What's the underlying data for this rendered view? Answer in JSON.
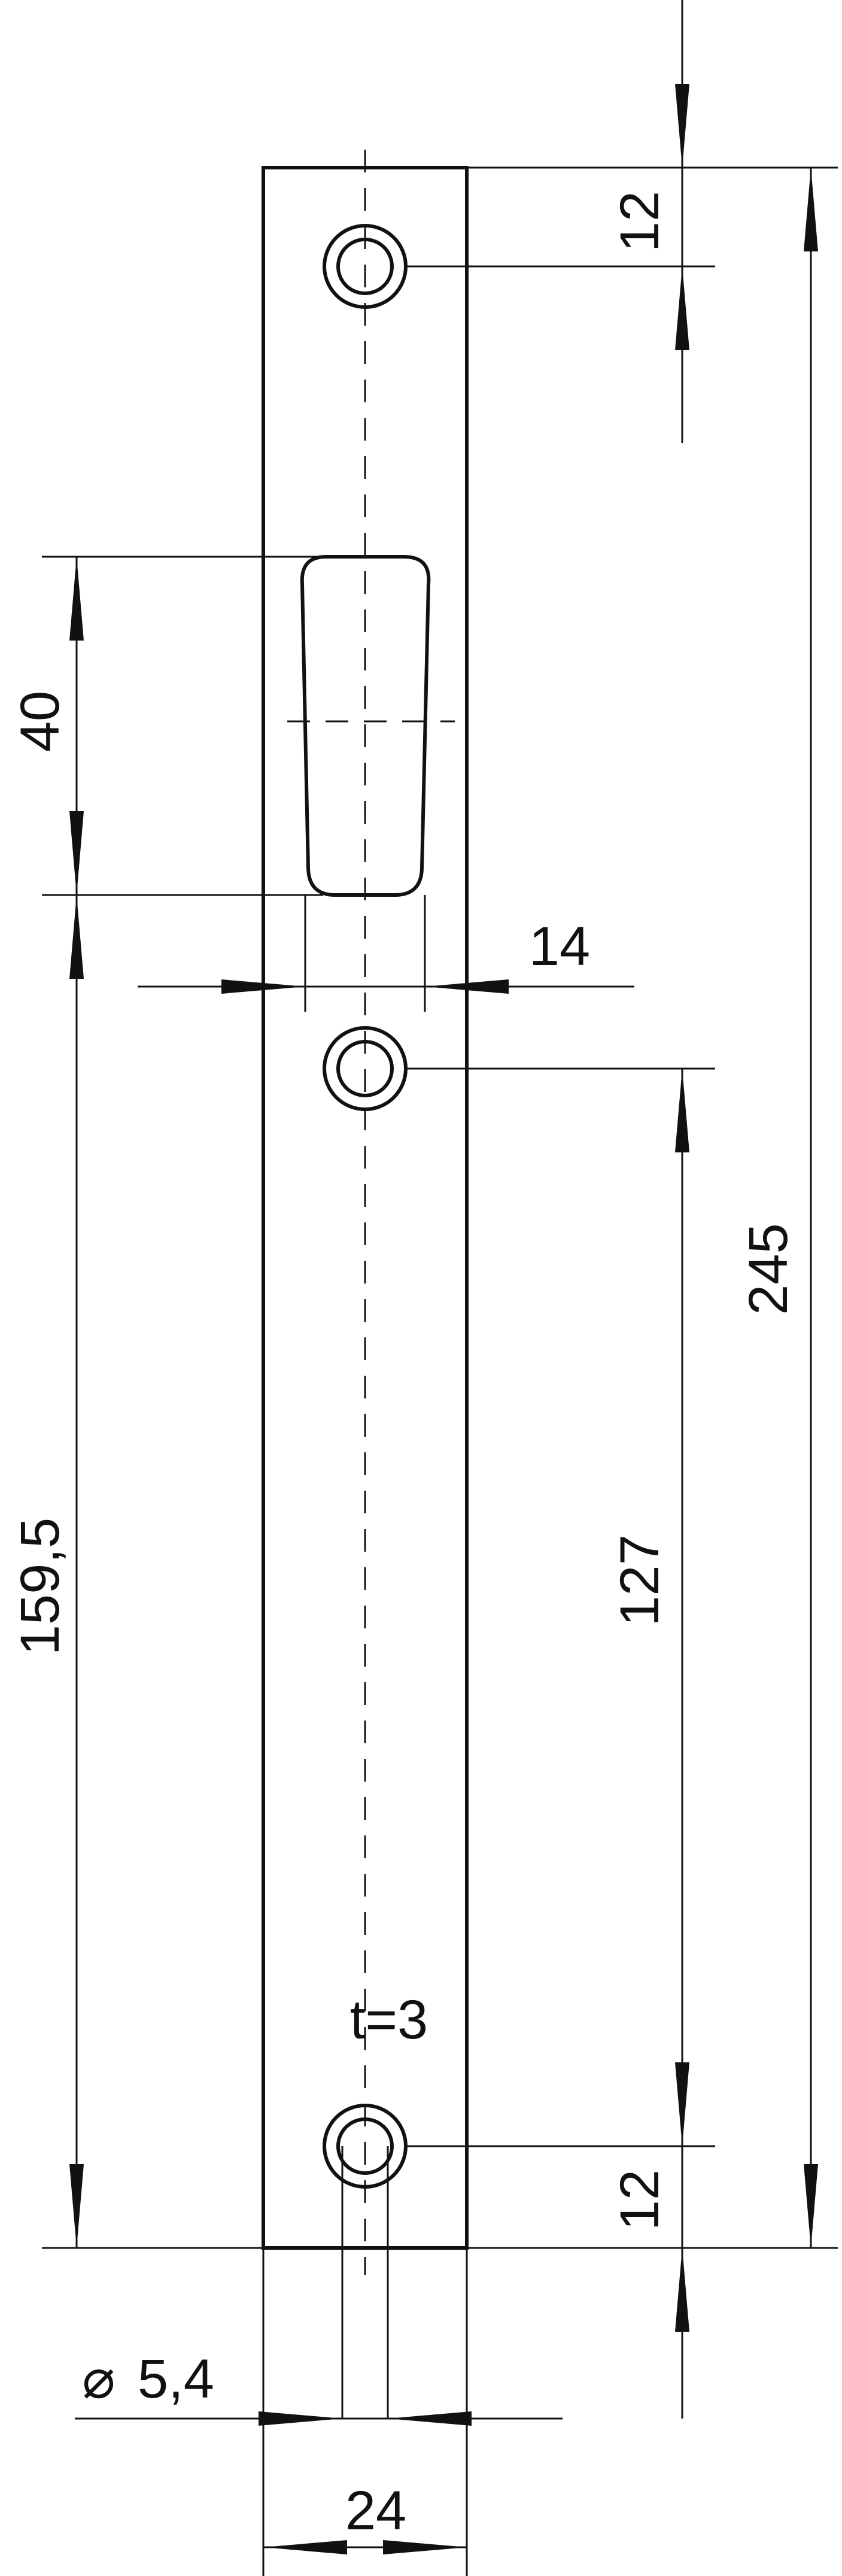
{
  "drawing": {
    "dimensions": {
      "hole_offset_top": "12",
      "slot_height": "40",
      "slot_width": "14",
      "overall_length": "245",
      "hole_spacing": "127",
      "slot_to_bottom": "159,5",
      "thickness": "t=3",
      "hole_offset_bottom": "12",
      "hole_diameter": "5,4",
      "plate_width": "24"
    },
    "symbols": {
      "diameter": "⌀"
    }
  }
}
